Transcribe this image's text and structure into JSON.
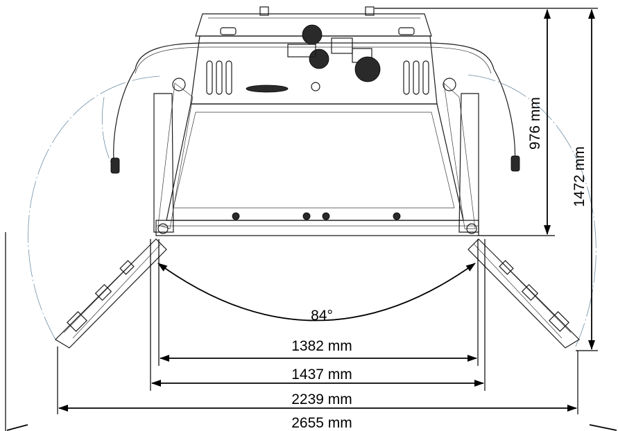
{
  "diagram": {
    "dimensions": {
      "height_inner": "976 mm",
      "height_outer": "1472 mm",
      "width_1": "1382 mm",
      "width_2": "1437 mm",
      "width_3": "2239 mm",
      "width_4": "2655 mm"
    },
    "angle": "84°"
  }
}
